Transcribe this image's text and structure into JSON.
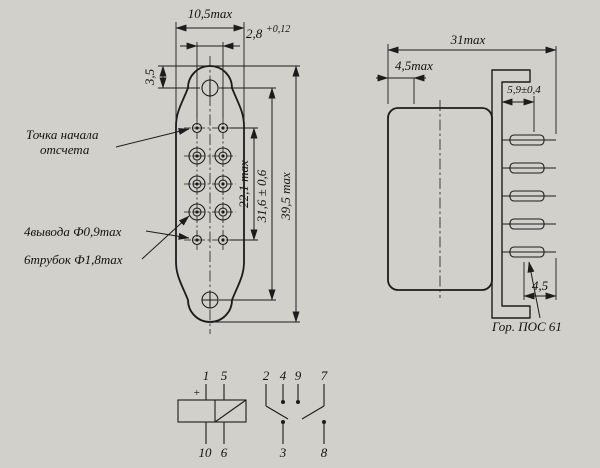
{
  "front_view": {
    "dim_width": "10,5max",
    "dim_pin_pitch": "2,8",
    "dim_pin_pitch_tol": "+0,12",
    "dim_hole_offset": "3,5",
    "dim_pin_field": "22,1 max",
    "dim_hole_span": "31,6 ± 0,6",
    "dim_total_height": "39,5 max",
    "label_datum_line1": "Точка начала",
    "label_datum_line2": "отсчета",
    "label_leads": "4вывода Ф0,9max",
    "label_tubes": "6трубок Ф1,8max"
  },
  "side_view": {
    "dim_total_length": "31max",
    "dim_flange": "4,5max",
    "dim_pin_length": "5,9±0,4",
    "dim_tip": "4,5",
    "label_solder": "Гор. ПОС 61"
  },
  "schematic": {
    "pins_top": [
      "1",
      "5",
      "2",
      "4",
      "9",
      "7"
    ],
    "pins_bottom": [
      "10",
      "6",
      "3",
      "8"
    ],
    "polarity": "+"
  }
}
